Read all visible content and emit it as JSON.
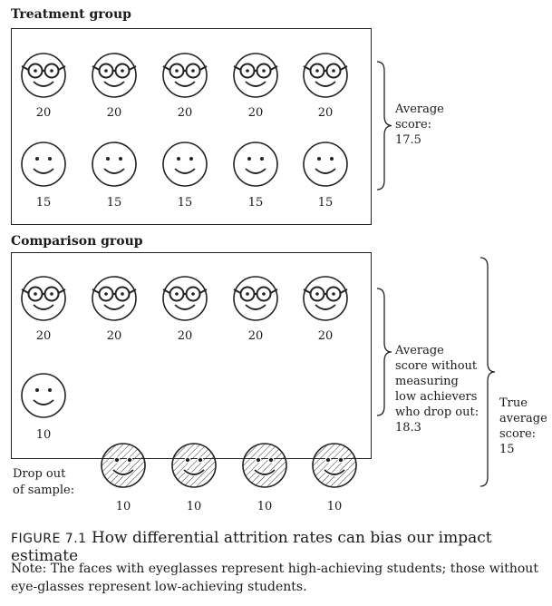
{
  "treatment": {
    "title": "Treatment group",
    "high_scores": [
      "20",
      "20",
      "20",
      "20",
      "20"
    ],
    "low_scores": [
      "15",
      "15",
      "15",
      "15",
      "15"
    ],
    "brace_label": [
      "Average",
      "score:",
      "17.5"
    ]
  },
  "comparison": {
    "title": "Comparison group",
    "high_scores": [
      "20",
      "20",
      "20",
      "20",
      "20"
    ],
    "low_scores": [
      "10"
    ],
    "brace_label": [
      "Average",
      "score without",
      "measuring",
      "low achievers",
      "who drop out:",
      "18.3"
    ],
    "true_label": [
      "True",
      "average",
      "score:",
      "15"
    ],
    "dropout_label": [
      "Drop out",
      "of sample:"
    ],
    "dropout_scores": [
      "10",
      "10",
      "10",
      "10"
    ]
  },
  "caption": {
    "figure": "FIGURE 7.1",
    "text": "How differential attrition rates can bias our impact estimate"
  },
  "note": "Note: The faces with eyeglasses represent high-achieving students; those without eye-glasses represent low-achieving students."
}
